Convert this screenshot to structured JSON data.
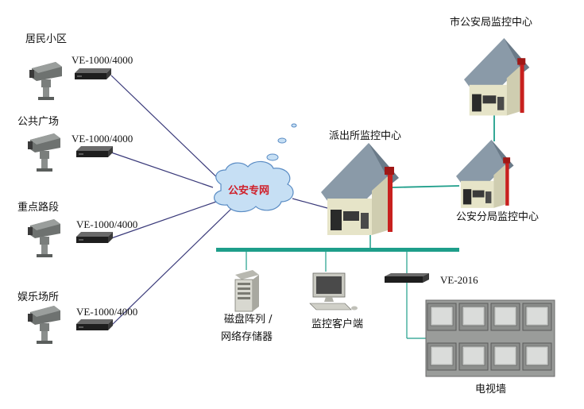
{
  "sites": [
    {
      "name": "居民小区",
      "model": "VE-1000/4000"
    },
    {
      "name": "公共广场",
      "model": "VE-1000/4000"
    },
    {
      "name": "重点路段",
      "model": "VE-1000/4000"
    },
    {
      "name": "娱乐场所",
      "model": "VE-1000/4000"
    }
  ],
  "network": {
    "name": "公安专网"
  },
  "centers": {
    "city": "市公安局监控中心",
    "police_station": "派出所监控中心",
    "branch": "公安分局监控中心"
  },
  "devices": {
    "storage_line1": "磁盘阵列 /",
    "storage_line2": "网络存储器",
    "client": "监控客户端",
    "decoder": "VE-2016",
    "video_wall": "电视墙"
  },
  "colors": {
    "link_line": "#3a3a7a",
    "bus_line": "#1e9e8a",
    "cloud_fill": "#c6dff4",
    "cloud_stroke": "#5a8cc4",
    "roof": "#8a9aa8",
    "wall": "#e6e4c8",
    "chimney": "#c8201e",
    "network_label": "#d0202a"
  }
}
